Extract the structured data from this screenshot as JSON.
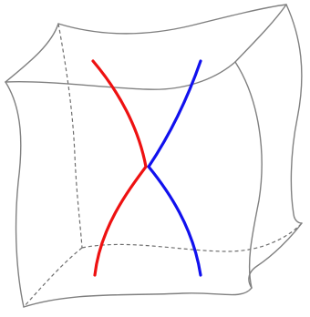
{
  "figure": {
    "kind": "curvy-cube-with-crossing-strands",
    "colors": {
      "background": "#ffffff",
      "frame": "#808080",
      "hidden_frame": "#6e6e6e",
      "strand_red": "#ee1111",
      "strand_blue": "#1111ee"
    },
    "strands": [
      {
        "name": "red-strand",
        "color_key": "strand_red"
      },
      {
        "name": "blue-strand",
        "color_key": "strand_blue"
      }
    ]
  }
}
